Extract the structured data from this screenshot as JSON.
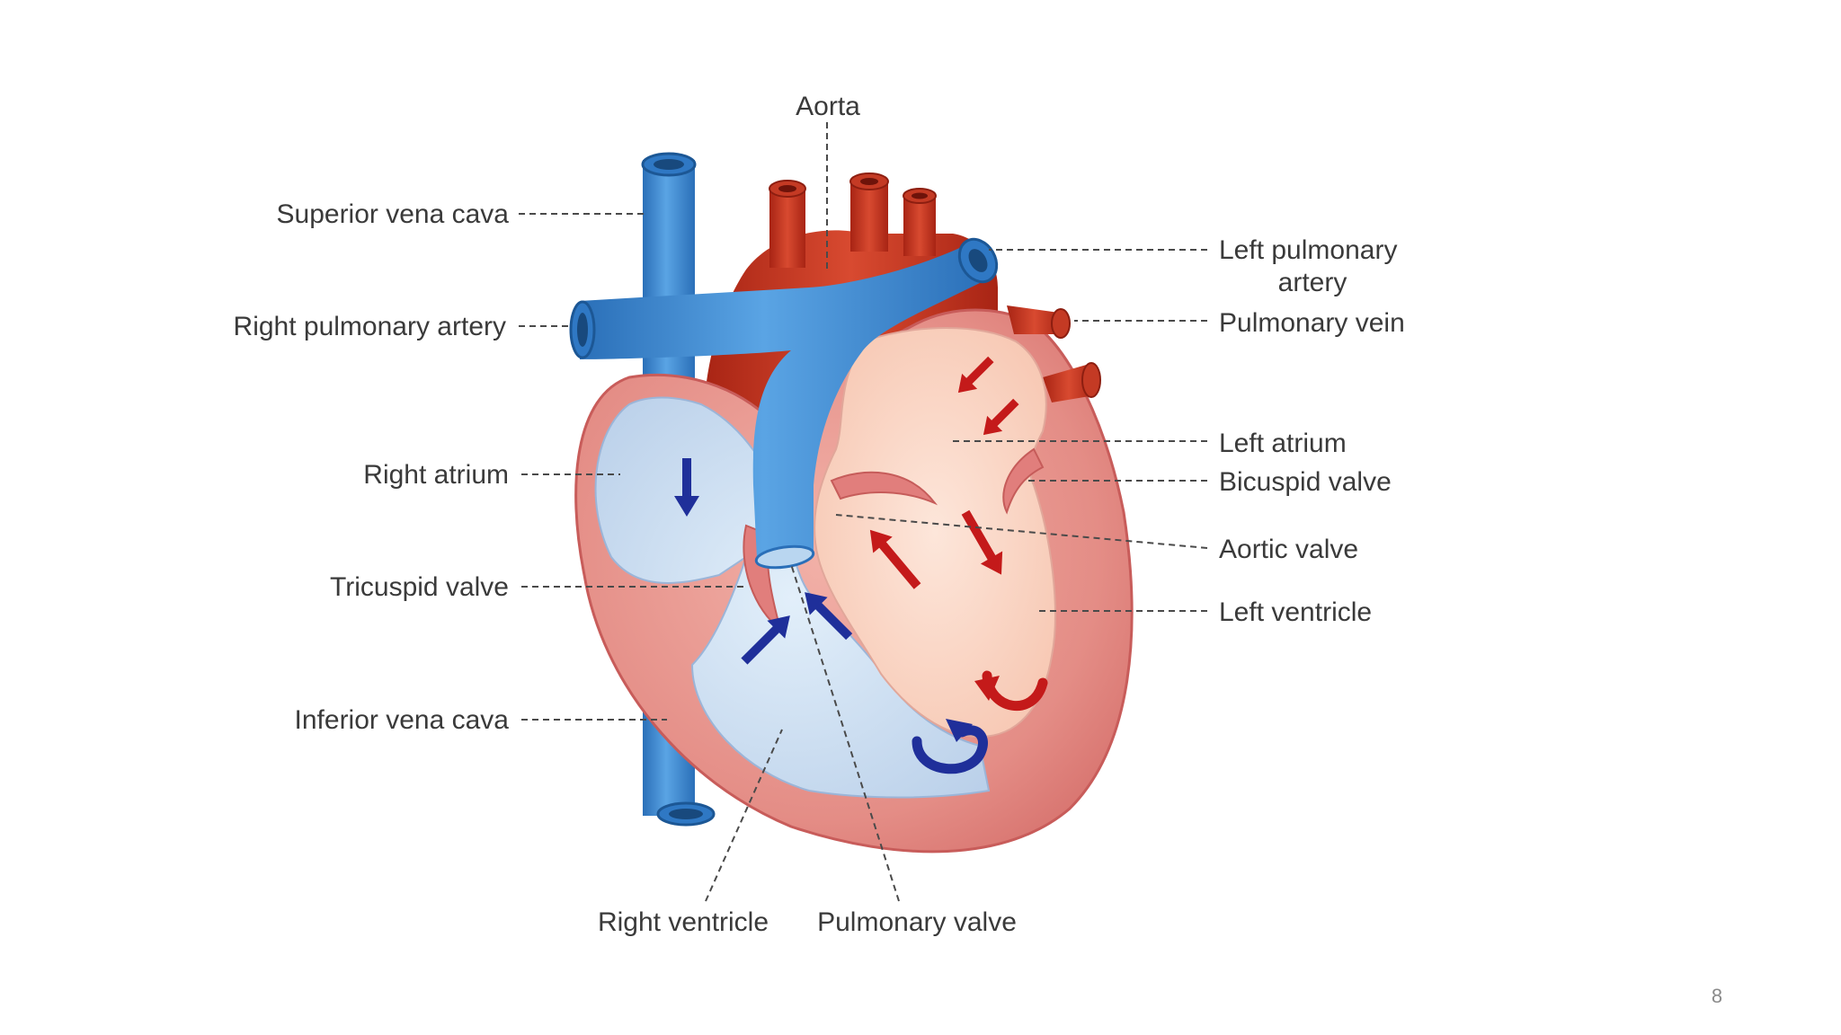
{
  "labels": {
    "aorta": "Aorta",
    "superior_vena_cava": "Superior vena cava",
    "right_pulmonary_artery": "Right pulmonary artery",
    "right_atrium": "Right atrium",
    "tricuspid_valve": "Tricuspid valve",
    "inferior_vena_cava": "Inferior vena cava",
    "right_ventricle": "Right ventricle",
    "pulmonary_valve": "Pulmonary valve",
    "left_pulmonary_artery_line1": "Left pulmonary",
    "left_pulmonary_artery_line2": "artery",
    "pulmonary_vein": "Pulmonary vein",
    "left_atrium": "Left atrium",
    "bicuspid_valve": "Bicuspid valve",
    "aortic_valve": "Aortic valve",
    "left_ventricle": "Left ventricle"
  },
  "page_number": "8",
  "colors": {
    "oxygen_rich": "#c8321f",
    "oxygen_poor": "#3a86d0",
    "heart_wall": "#e58a86",
    "left_chamber": "#fbd9c8",
    "right_chamber": "#d3e6f6",
    "right_flow_arrow": "#1f2f9a",
    "left_flow_arrow": "#c41a1a"
  }
}
